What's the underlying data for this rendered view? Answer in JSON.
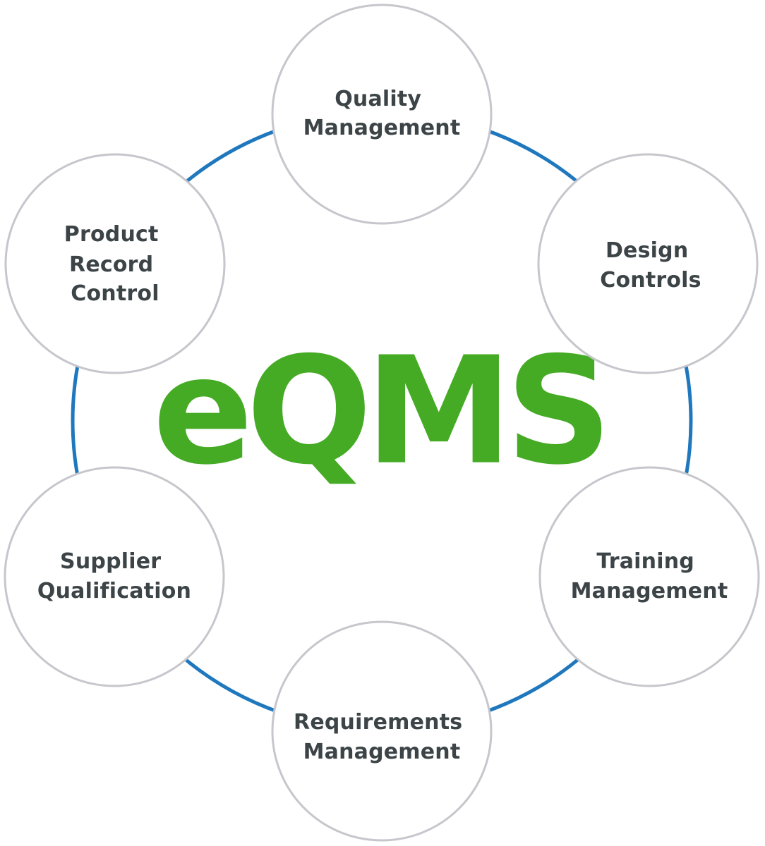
{
  "diagram": {
    "center_title": "eQMS",
    "colors": {
      "ring": "#1f78be",
      "node_border": "#c6c6cc",
      "node_fill": "#ffffff",
      "node_text": "#3c4447",
      "title": "#45ab24"
    },
    "nodes": [
      {
        "lines": [
          "Quality",
          "Management"
        ]
      },
      {
        "lines": [
          "Design",
          "Controls"
        ]
      },
      {
        "lines": [
          "Training",
          "Management"
        ]
      },
      {
        "lines": [
          "Requirements",
          "Management"
        ]
      },
      {
        "lines": [
          "Supplier",
          "Qualification"
        ]
      },
      {
        "lines": [
          "Product",
          "Record",
          "Control"
        ]
      }
    ]
  }
}
